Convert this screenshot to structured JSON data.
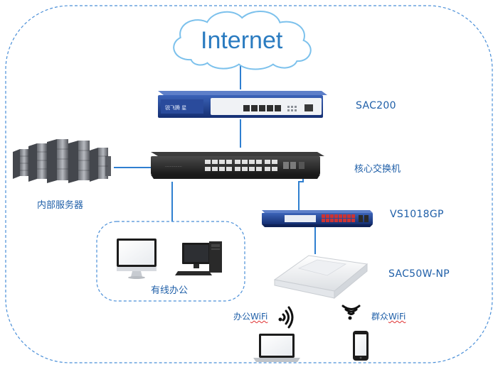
{
  "internet": {
    "label": "Internet"
  },
  "devices": {
    "sac200": "SAC200",
    "core_switch": "核心交换机",
    "vs1018gp": "VS1018GP",
    "ap": "SAC50W-NP",
    "servers": "内部服务器",
    "wired_office": "有线办公"
  },
  "wifi": {
    "office": {
      "prefix": "办公",
      "suffix": "WiFi"
    },
    "public": {
      "prefix": "群众",
      "suffix": "WiFi"
    }
  },
  "colors": {
    "line": "#2f7fd0",
    "dash_border": "#4a8fd8",
    "label": "#1f5fa8",
    "cloud_fill": "#ffffff",
    "cloud_stroke": "#7cc1ec",
    "device_blue": "#1e3f8e",
    "switch_dark": "#2e2e2e"
  }
}
